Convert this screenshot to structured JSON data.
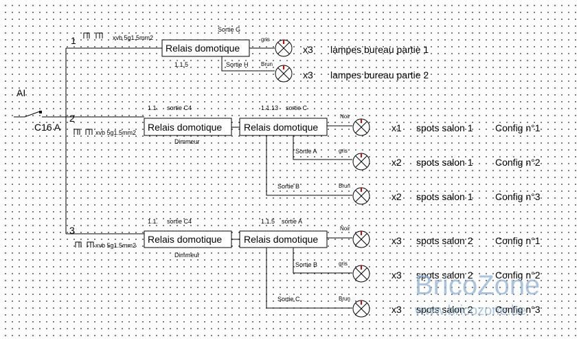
{
  "switch": {
    "name": "AI",
    "breaker": "C16 A"
  },
  "circuits": {
    "c1": {
      "number": "1",
      "cable": "xvb 5g1.5mm2",
      "relay": {
        "label": "Relais domotique",
        "address": "1.1.5"
      },
      "outputs": [
        {
          "sortie": "Sortie G",
          "color": "gris",
          "qty": "x3",
          "desc": "lampes bureau partie 1",
          "config": ""
        },
        {
          "sortie": "Sortie H",
          "color": "Brun",
          "qty": "x3",
          "desc": "lampes bureau partie 2",
          "config": ""
        }
      ]
    },
    "c2": {
      "number": "2",
      "cable": "xvb 5g1.5mm2",
      "dimmer": {
        "label": "Relais domotique",
        "address": "1.1.",
        "output": "sortie C4",
        "sub": "Dimmeur"
      },
      "relay": {
        "label": "Relais domotique",
        "address": "1.1.13",
        "output": "sortie C"
      },
      "outputs": [
        {
          "sortie": "",
          "color": "Noir",
          "qty": "x1",
          "desc": "spots salon 1",
          "config": "Config n°1"
        },
        {
          "sortie": "Sortie A",
          "color": "gris",
          "qty": "x2",
          "desc": "spots salon 1",
          "config": "Config n°2"
        },
        {
          "sortie": "Sortie B",
          "color": "Brun",
          "qty": "x2",
          "desc": "spots salon 1",
          "config": "Config n°3"
        }
      ]
    },
    "c3": {
      "number": "3",
      "cable": "xvb 5g1.5mm2",
      "dimmer": {
        "label": "Relais domotique",
        "address": "1.1.",
        "output": "sortie C4",
        "sub": "Dimmeur"
      },
      "relay": {
        "label": "Relais domotique",
        "address": "1.1.5",
        "output": "sortie A"
      },
      "outputs": [
        {
          "sortie": "",
          "color": "Noir",
          "qty": "x3",
          "desc": "spots salon 2",
          "config": "Config n°1"
        },
        {
          "sortie": "Sortie B",
          "color": "gris",
          "qty": "x3",
          "desc": "spots salon 2",
          "config": "Config n°2"
        },
        {
          "sortie": "Sortie C",
          "color": "Brun",
          "qty": "x3",
          "desc": "spots salon 2",
          "config": "Config n°3"
        }
      ]
    }
  },
  "watermark": {
    "brand": "BricoZone",
    "url": "www.bricozone.be",
    "color": "#8fb0cf"
  },
  "lamp_mark_color": "#cc0000"
}
